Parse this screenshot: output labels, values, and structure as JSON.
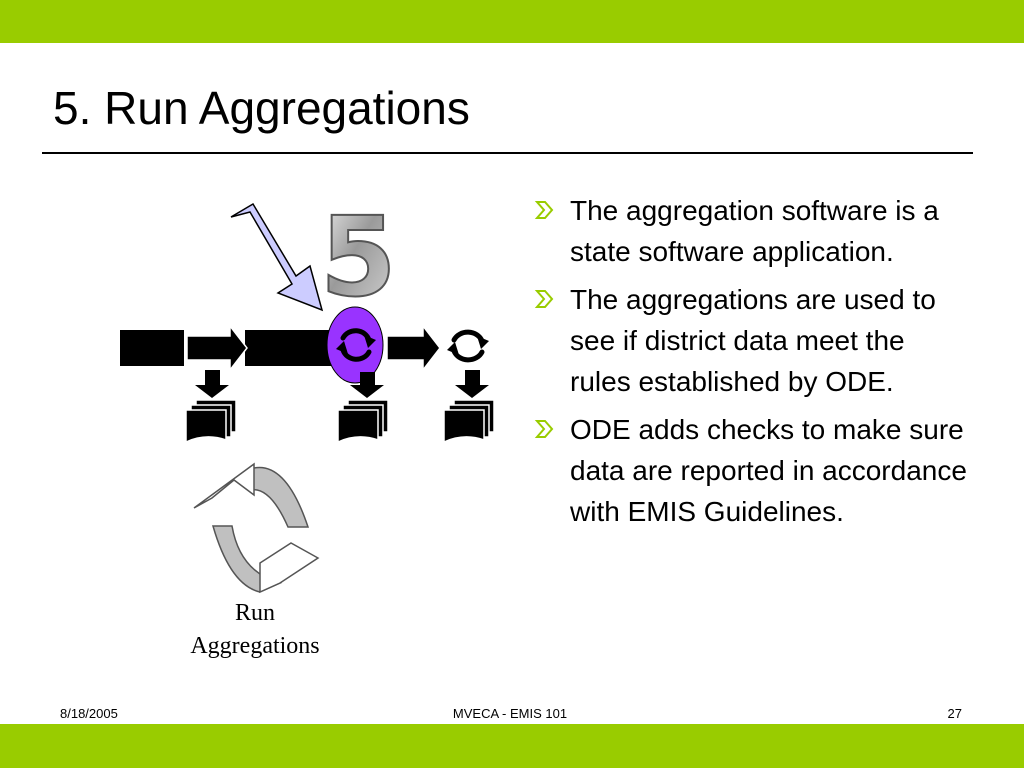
{
  "slide": {
    "title": "5. Run Aggregations",
    "bullets": [
      {
        "text": "The aggregation software is a state software application."
      },
      {
        "text": "The aggregations are used to see if district data meet the rules established by ODE."
      },
      {
        "text": "ODE adds checks to make sure data are reported in accordance with EMIS Guidelines."
      }
    ],
    "diagram": {
      "step_numeral": "5",
      "caption_line1": "Run",
      "caption_line2": "Aggregations"
    }
  },
  "footer": {
    "date": "8/18/2005",
    "center": "MVECA - EMIS 101",
    "page": "27"
  },
  "colors": {
    "accent_green": "#99cc00",
    "highlight_purple": "#9933ff",
    "pointer_fill": "#ccccff",
    "cycle_arrow_gray": "#c0c0c0"
  },
  "icons": [
    "bullet-arrow-icon",
    "pointer-arrow-icon",
    "refresh-icon",
    "document-stack-icon",
    "cycle-arrows-icon"
  ]
}
